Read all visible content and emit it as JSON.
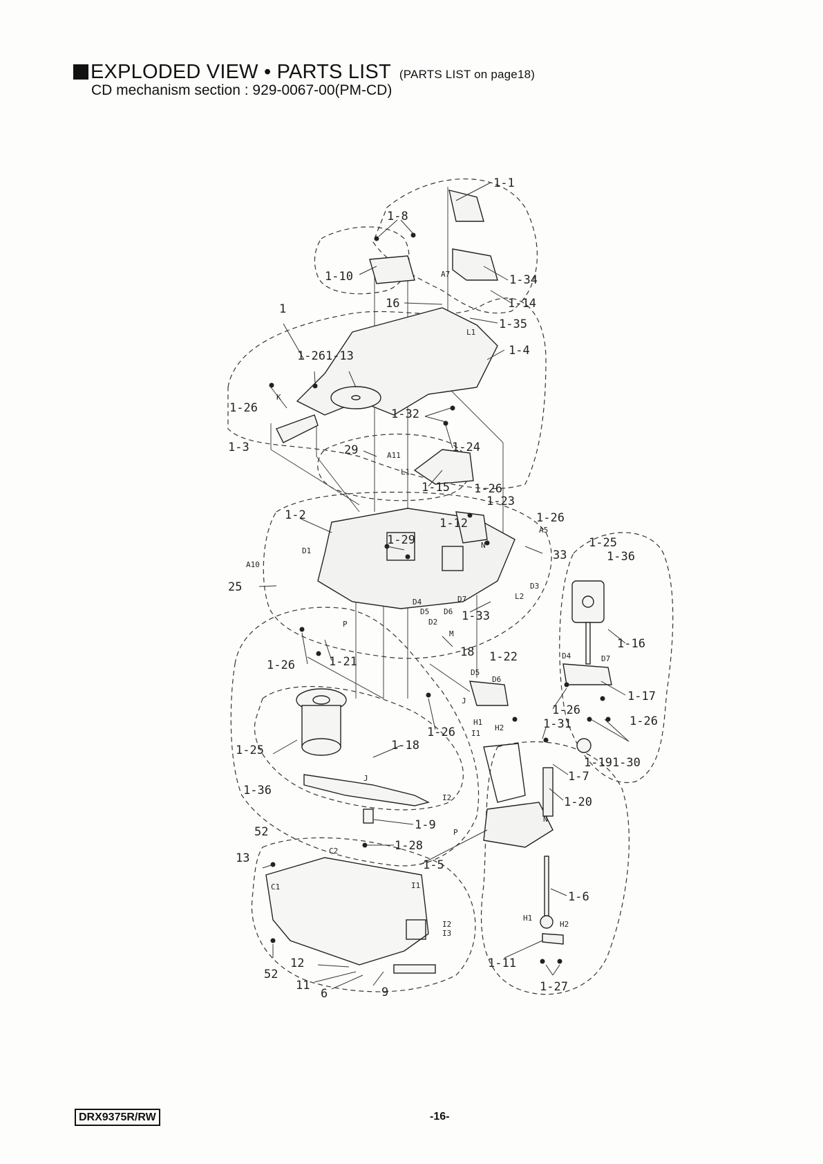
{
  "header": {
    "title": "EXPLODED VIEW • PARTS LIST",
    "note": "(PARTS LIST on page18)",
    "subtitle": "CD mechanism section : 929-0067-00(PM-CD)"
  },
  "labels": {
    "l1_1": "1-1",
    "l1_8": "1-8",
    "l1_10": "1-10",
    "l1_34": "1-34",
    "la7": "A7",
    "l16": "16",
    "l1_14": "1-14",
    "l1": "1",
    "l1_35": "1-35",
    "ll1a": "L1",
    "l1_4": "1-4",
    "l1_26_13": "1-261-13",
    "l1_26a": "1-26",
    "lk": "K",
    "l1_32": "1-32",
    "l1_3": "1-3",
    "l29": "29",
    "la11": "A11",
    "l1_24": "1-24",
    "ll1b": "L1",
    "l1_15": "1-15",
    "l1_26b": "1-26",
    "l1_23": "1-23",
    "l1_2": "1-2",
    "l1_12": "1-12",
    "l1_26c": "1-26",
    "la5": "A5",
    "ln1": "N",
    "l1_29": "1-29",
    "l33": "33",
    "l1_25a": "1-25",
    "l1_36a": "1-36",
    "ld1": "D1",
    "la10": "A10",
    "l25": "25",
    "ld3": "D3",
    "ll2": "L2",
    "ld4a": "D4",
    "ld5a": "D5",
    "ld6a": "D6",
    "ld7a": "D7",
    "ld2": "D2",
    "l1_33": "1-33",
    "lp1": "P",
    "lm": "M",
    "l18": "18",
    "l1_16": "1-16",
    "l1_26d": "1-26",
    "l1_21": "1-21",
    "l1_22": "1-22",
    "ld4b": "D4",
    "ld7b": "D7",
    "ld5b": "D5",
    "ld6b": "D6",
    "l1_17": "1-17",
    "lj1": "J",
    "l1_26e": "1-26",
    "l1_26f": "1-26",
    "lh1a": "H1",
    "lh2a": "H2",
    "l1_26g": "1-26",
    "li1a": "I1",
    "l1_31": "1-31",
    "l1_25b": "1-25",
    "l1_18": "1-18",
    "l1_19_30": "1-191-30",
    "l1_7": "1-7",
    "l1_36b": "1-36",
    "lj2": "J",
    "li2a": "I2",
    "l1_20": "1-20",
    "ln2": "N",
    "l1_9": "1-9",
    "lp2": "P",
    "l52a": "52",
    "l1_28": "1-28",
    "lc2": "C2",
    "l13": "13",
    "l1_5": "1-5",
    "lc1": "C1",
    "li1b": "I1",
    "l1_6": "1-6",
    "li2b": "I2",
    "li3": "I3",
    "lh1b": "H1",
    "lh2b": "H2",
    "l12": "12",
    "l1_11": "1-11",
    "l52b": "52",
    "l11": "11",
    "l6": "6",
    "l9": "9",
    "l1_27": "1-27"
  },
  "footer": {
    "model": "DRX9375R/RW",
    "page": "-16-"
  }
}
